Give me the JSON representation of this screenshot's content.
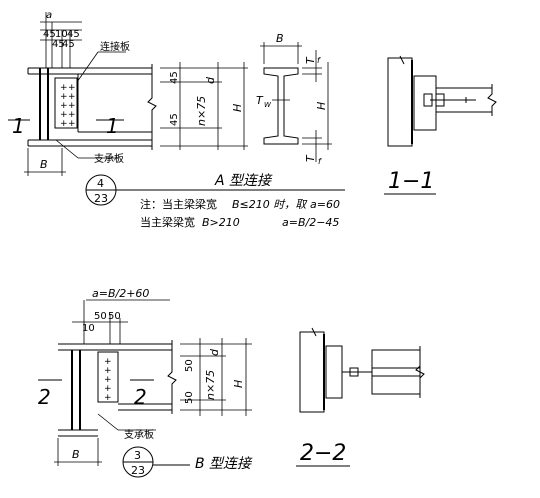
{
  "detail_a": {
    "dim_top": [
      "a",
      "45",
      "10",
      "45"
    ],
    "dim_top_2": "45",
    "dim_top_3": "45",
    "lbl_plate": "连接板",
    "lbl_seat": "支承板",
    "dim_45_top": "45",
    "dim_45_bot": "45",
    "dim_nx75": "n×75",
    "dim_d": "d",
    "dim_h": "H",
    "dim_b": "B",
    "sec_mark_left": "1",
    "sec_mark_right": "1",
    "detail_num": "4",
    "sheet_num": "23",
    "title": "A 型连接",
    "note_1a": "注：当主梁梁宽",
    "note_1b": "B≤210 时，取",
    "note_1c": "a=60",
    "note_2a": "当主梁梁宽",
    "note_2b": "B>210",
    "note_2c": "a=B/2−45"
  },
  "ibeam_section": {
    "dim_b": "B",
    "dim_tf_top": "T",
    "dim_tf_top_sub": "f",
    "dim_tw": "T",
    "dim_tw_sub": "W",
    "dim_h": "H",
    "dim_tf_bot": "T",
    "dim_tf_bot_sub": "f"
  },
  "section_1_1": {
    "label": "1−1"
  },
  "detail_b": {
    "dim_a": "a=B/2+60",
    "dim_50a": "50",
    "dim_50b": "50",
    "dim_10": "10",
    "dim_50_top": "50",
    "dim_50_bot": "50",
    "dim_nx75": "n×75",
    "dim_d": "d",
    "dim_h": "H",
    "sec_mark_left": "2",
    "sec_mark_right": "2",
    "lbl_seat": "支承板",
    "dim_b": "B",
    "detail_num": "3",
    "sheet_num": "23",
    "title": "B 型连接"
  },
  "section_2_2": {
    "label": "2−2"
  }
}
